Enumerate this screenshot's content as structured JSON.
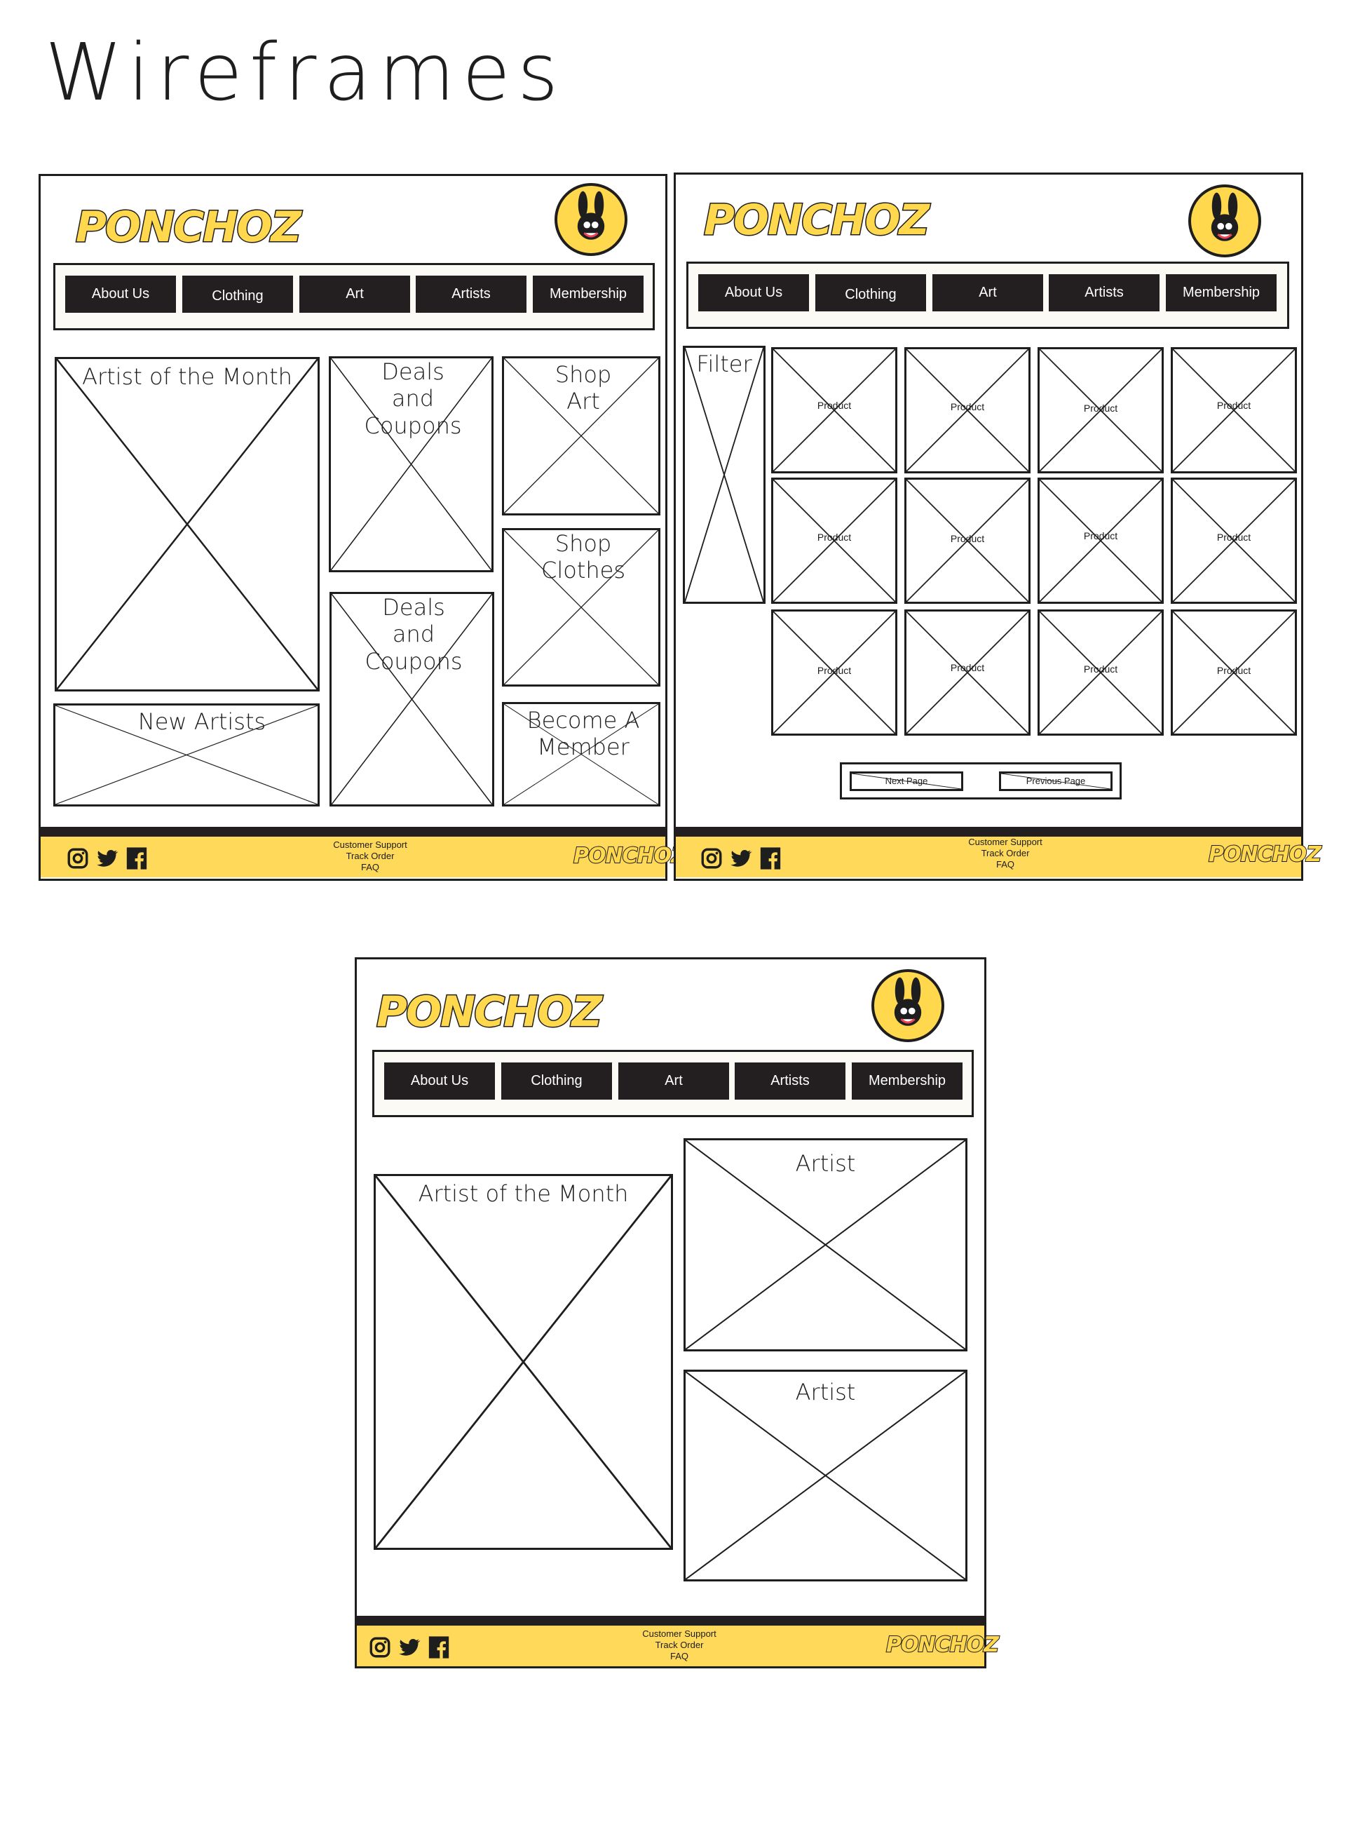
{
  "title": "Wireframes",
  "brand": "PONCHOZ",
  "nav": [
    "About Us",
    "Clothing",
    "Art",
    "Artists",
    "Membership"
  ],
  "footer": {
    "links": [
      "Customer Support",
      "Track Order",
      "FAQ"
    ],
    "logo": "PONCHOZ"
  },
  "icons": [
    "instagram-icon",
    "twitter-icon",
    "facebook-icon",
    "mascot-icon"
  ],
  "colors": {
    "accent": "#ffd95a",
    "dark": "#231f20"
  },
  "home": {
    "artist_of_month": "Artist of the Month",
    "deals_1": "Deals and Coupons",
    "deals_2": "Deals and Coupons",
    "shop_art": "Shop Art",
    "shop_clothes": "Shop Clothes",
    "new_artists": "New Artists",
    "become_member": "Become A Member"
  },
  "shop": {
    "filter": "Filter",
    "product_label": "Product",
    "next_page": "Next Page",
    "previous_page": "Previous Page"
  },
  "artists": {
    "artist_of_month": "Artist of the Month",
    "artist_1": "Artist",
    "artist_2": "Artist"
  }
}
